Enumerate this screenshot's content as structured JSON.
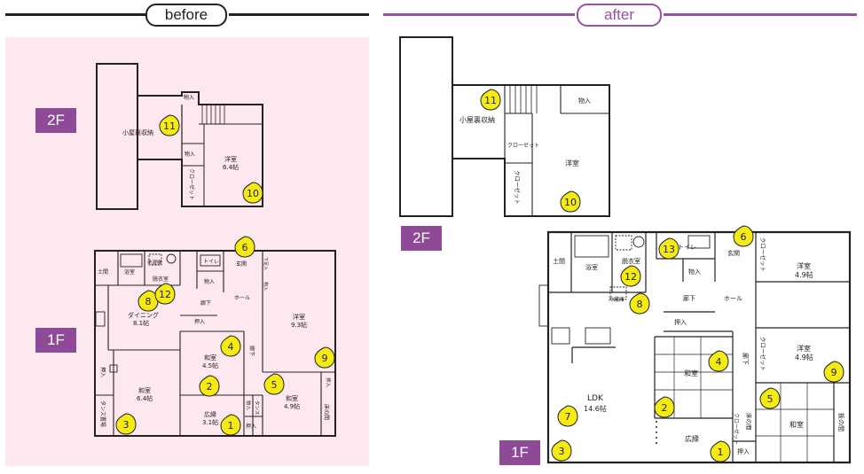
{
  "header": {
    "before_label": "before",
    "after_label": "after"
  },
  "colors": {
    "before_accent": "#222222",
    "after_accent": "#9b4fa0",
    "tag_bg": "#8e4a97",
    "marker": "#f6ea14",
    "before_bg": "#fde8ef"
  },
  "before": {
    "floor2": "2F",
    "floor1": "1F",
    "rooms": {
      "attic": "小屋裏収納",
      "storage2f": "物入",
      "storage2f_b": "物入",
      "closet2f": "クローゼット",
      "western2f": "洋室",
      "western2f_size": "6.4帖",
      "doma": "土間",
      "bath": "浴室",
      "laundry": "洗濯機",
      "dressing": "脱衣室",
      "toilet": "トイレ",
      "storage_a": "物入",
      "entrance": "玄関",
      "hall": "ホール",
      "corridor": "廊下",
      "dining": "ダイニング",
      "dining_size": "8.1帖",
      "storage_b": "押入",
      "washitsu1": "和室",
      "washitsu1_size": "4.5帖",
      "washitsu2": "和室",
      "washitsu2_size": "6.4帖",
      "oshiire_left": "押入",
      "tansu": "タンス置場",
      "hiroen": "広縁",
      "hiroen_size": "3.1帖",
      "storage_c": "物入",
      "tansu2": "タンス",
      "oshiire_low": "押入",
      "washitsu3": "和室",
      "washitsu3_size": "4.9帖",
      "tokonoma": "床の間",
      "western1f": "洋室",
      "western1f_size": "9.3帖",
      "corridor2": "廊下",
      "oshiire_right": "押入",
      "shoe": "下足入",
      "storage_d": "物入"
    },
    "markers": [
      "11",
      "10",
      "6",
      "8",
      "12",
      "4",
      "2",
      "3",
      "1",
      "5",
      "9"
    ]
  },
  "after": {
    "floor2": "2F",
    "floor1": "1F",
    "rooms": {
      "attic": "小屋裏収納",
      "storage2f": "物入",
      "closet2f_a": "クローゼット",
      "closet2f_b": "クローゼット",
      "western2f": "洋室",
      "doma": "土間",
      "bath": "浴室",
      "dressing": "脱衣室",
      "fridge": "冷蔵庫",
      "toilet": "トイレ",
      "storage_a": "物入",
      "entrance": "玄関",
      "corridor": "廊下",
      "hall": "ホール",
      "closet_a": "クローゼット",
      "closet_b": "クローゼット",
      "western_a": "洋室",
      "western_a_size": "4.9帖",
      "western_b": "洋室",
      "western_b_size": "4.9帖",
      "oshiire": "押入",
      "washitsu": "和室",
      "corridor2": "廊下",
      "ldk": "LDK",
      "ldk_size": "14.6帖",
      "hiroen": "広縁",
      "closet_c": "クローゼット",
      "tokonoma": "床の間",
      "washitsu2": "和室",
      "tokonoma2": "板の間",
      "oshiire2": "押入"
    },
    "markers": [
      "11",
      "10",
      "6",
      "13",
      "12",
      "8",
      "4",
      "9",
      "2",
      "5",
      "7",
      "3",
      "1"
    ]
  }
}
